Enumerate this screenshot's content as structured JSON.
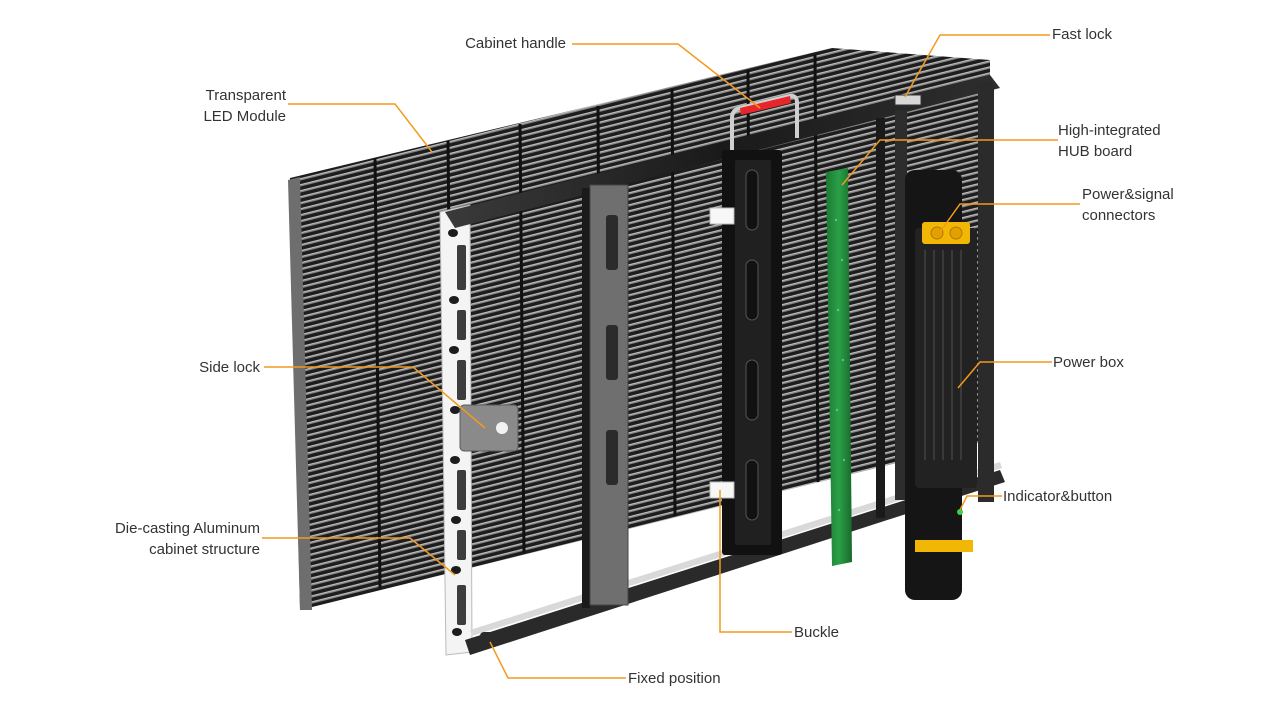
{
  "diagram": {
    "title": "Transparent LED cabinet exploded view",
    "leader_color": "#F39A1E",
    "text_color": "#333333",
    "labels": {
      "cabinet_handle": "Cabinet handle",
      "fast_lock": "Fast lock",
      "led_module_1": "Transparent",
      "led_module_2": "LED Module",
      "hub_board_1": "High-integrated",
      "hub_board_2": "HUB board",
      "connectors_1": "Power&signal",
      "connectors_2": "connectors",
      "side_lock": "Side lock",
      "power_box": "Power box",
      "indicator_button": "Indicator&button",
      "structure_1": "Die-casting Aluminum",
      "structure_2": "cabinet structure",
      "buckle": "Buckle",
      "fixed_position": "Fixed position"
    },
    "component_colors": {
      "led_module": "#2b2b2b",
      "frame": "#1e1e1e",
      "handle_grip": "#e8252b",
      "hub_board": "#1f8a3a",
      "connectors": "#f2b705",
      "side_plate": "#f4f4f4",
      "side_lock_plate": "#8a8a8a",
      "buckle": "#f7f7f7"
    }
  }
}
